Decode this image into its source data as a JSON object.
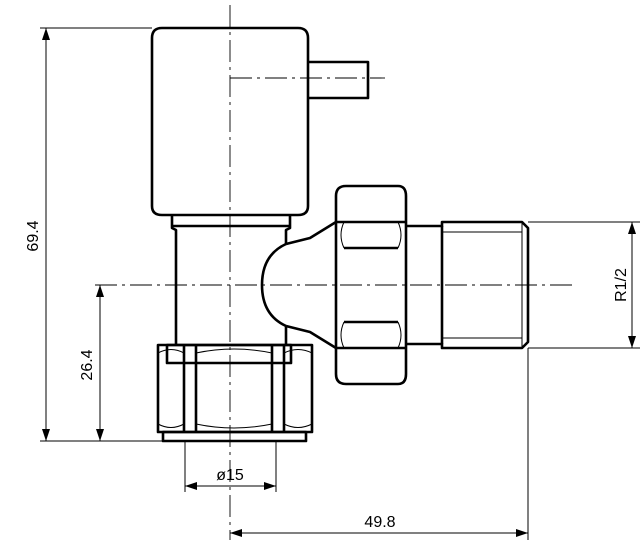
{
  "dimensions": {
    "height_overall": "69.4",
    "height_inlet": "26.4",
    "inlet_diameter": "ø15",
    "offset": "49.8",
    "thread": "R1/2"
  }
}
